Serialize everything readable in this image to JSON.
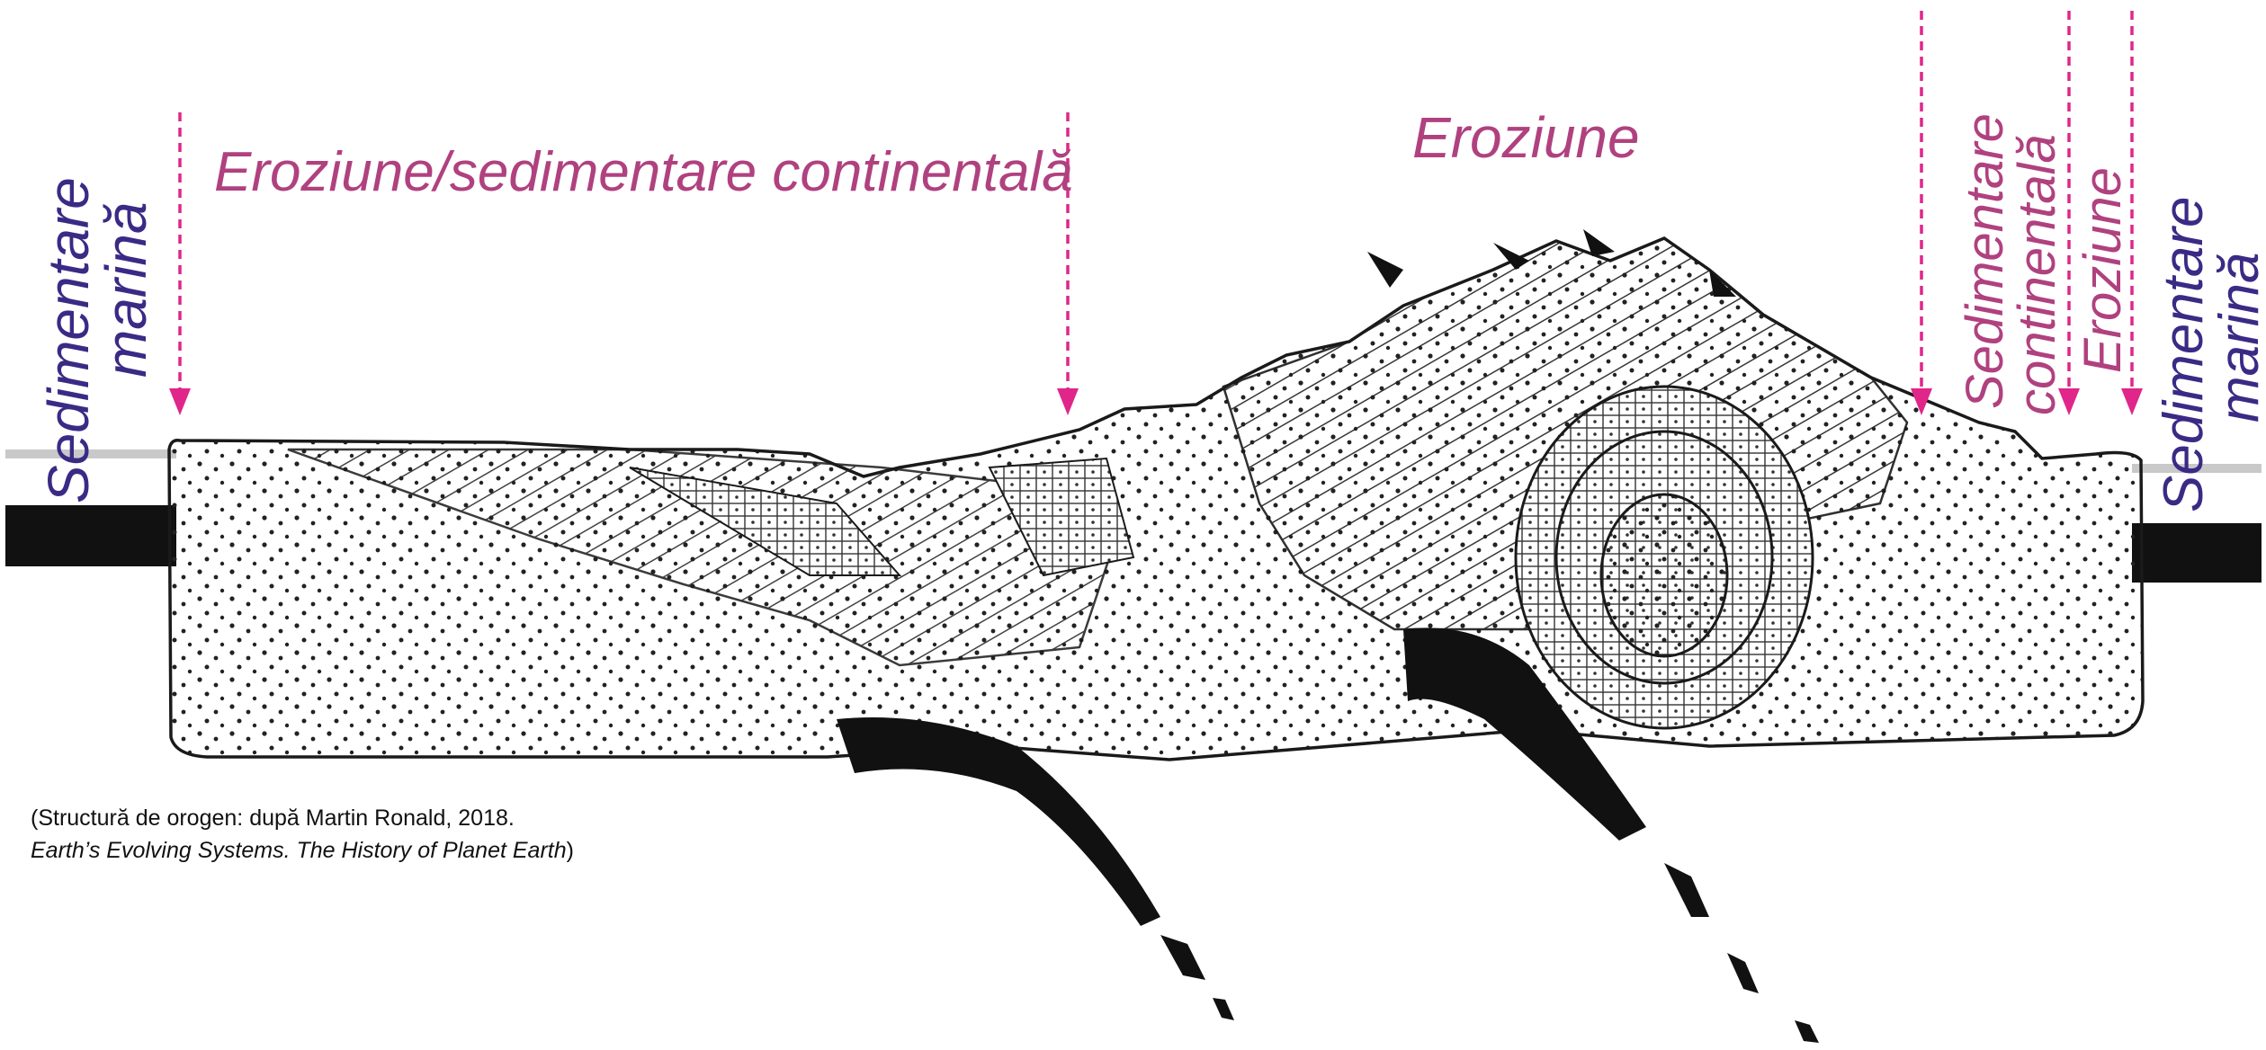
{
  "labels": {
    "marine_left_line1": "Sedimentare",
    "marine_left_line2": "marină",
    "continental_top": "Eroziune/sedimentare continentală",
    "erosion_top": "Eroziune",
    "continental_right_line1": "Sedimentare",
    "continental_right_line2": "continentală",
    "erosion_right": "Eroziune",
    "marine_right_line1": "Sedimentare",
    "marine_right_line2": "marină"
  },
  "caption": {
    "line1": "(Structură de orogen: după Martin Ronald, 2018.",
    "line2_italic": "Earth’s Evolving Systems. The History of Planet Earth",
    "line2_close": ")"
  },
  "colors": {
    "magenta_label": "#b0417f",
    "purple_label": "#3b2a85",
    "arrow": "#e0268a",
    "ink": "#111111"
  }
}
